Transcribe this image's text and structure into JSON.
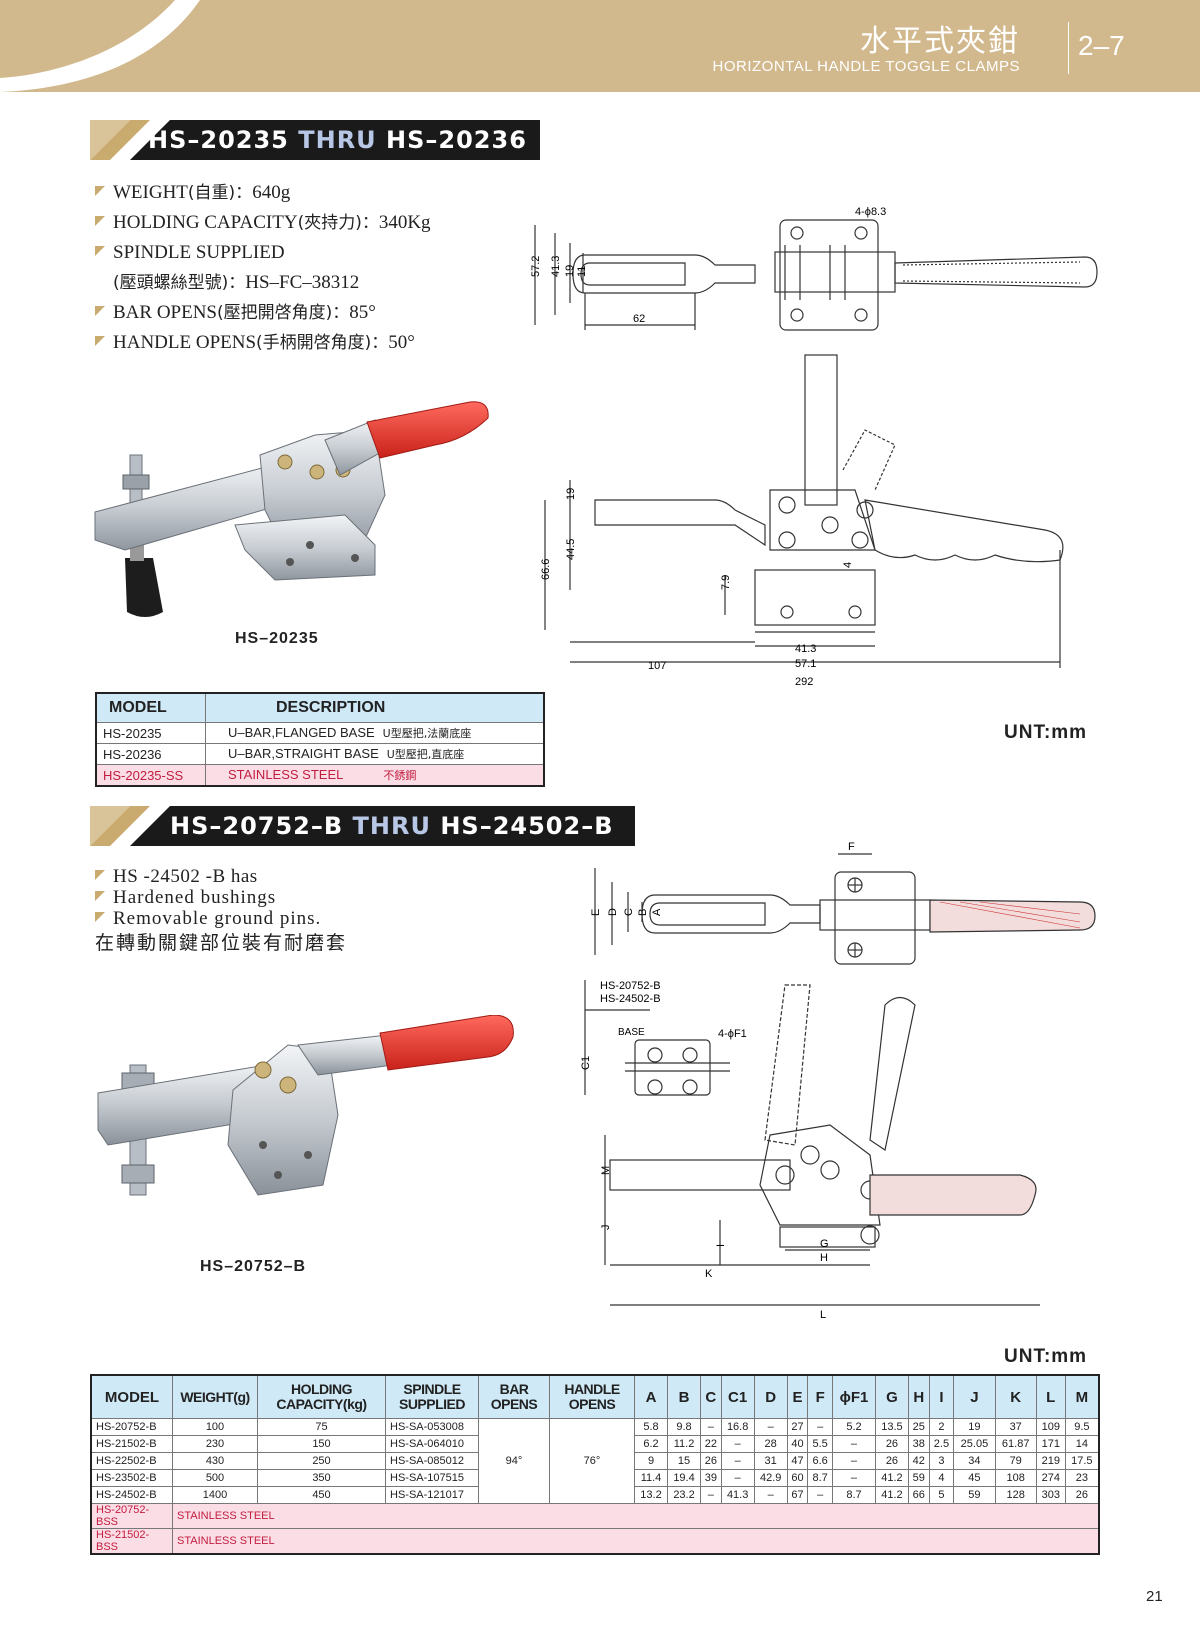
{
  "header": {
    "title_zh": "水平式夾鉗",
    "title_en": "HORIZONTAL HANDLE TOGGLE CLAMPS",
    "section_number": "2–7",
    "background_color": "#d2b98d"
  },
  "section1": {
    "banner_model_a": "HS–20235",
    "banner_thru": "THRU",
    "banner_model_b": "HS–20236",
    "specs": [
      {
        "label": "WEIGHT",
        "zh": "(自重)：",
        "value": "640g"
      },
      {
        "label": "HOLDING CAPACITY",
        "zh": "(夾持力)：",
        "value": "340Kg"
      },
      {
        "label": "SPINDLE SUPPLIED",
        "zh": "",
        "value": ""
      },
      {
        "label": "",
        "zh": "(壓頭螺絲型號)：",
        "value": "HS–FC–38312"
      },
      {
        "label": "BAR OPENS",
        "zh": "(壓把開啓角度)：",
        "value": "85°"
      },
      {
        "label": "HANDLE OPENS",
        "zh": "(手柄開啓角度)：",
        "value": "50°"
      }
    ],
    "photo_label": "HS–20235",
    "unit_label": "UNT:mm",
    "drawing_top_dims": [
      "4-ϕ8.3",
      "57.2",
      "41.3",
      "19",
      "11",
      "62"
    ],
    "drawing_side_dims": [
      "19",
      "66.6",
      "44.5",
      "7.9",
      "4",
      "41.3",
      "57.1",
      "107",
      "292"
    ],
    "table": {
      "headers": [
        "MODEL",
        "DESCRIPTION"
      ],
      "rows": [
        {
          "model": "HS-20235",
          "desc": "U–BAR,FLANGED BASE",
          "desc_zh": "U型壓把,法蘭底座"
        },
        {
          "model": "HS-20236",
          "desc": "U–BAR,STRAIGHT BASE",
          "desc_zh": "U型壓把,直底座"
        },
        {
          "model": "HS-20235-SS",
          "desc": "STAINLESS STEEL",
          "desc_zh": "不銹鋼"
        }
      ]
    }
  },
  "section2": {
    "banner_model_a": "HS–20752–B",
    "banner_thru": "THRU",
    "banner_model_b": "HS–24502–B",
    "notes": [
      "HS -24502 -B has",
      "Hardened bushings",
      "Removable ground pins."
    ],
    "note_zh": "在轉動關鍵部位裝有耐磨套",
    "photo_label": "HS–20752–B",
    "unit_label": "UNT:mm",
    "drawing_models": [
      "HS-20752-B",
      "HS-24502-B"
    ],
    "drawing_base_label": "BASE",
    "drawing_dims": [
      "F",
      "E",
      "D",
      "C",
      "B",
      "A",
      "4-ϕF1",
      "C1",
      "M",
      "J",
      "I",
      "G",
      "H",
      "K",
      "L"
    ],
    "table": {
      "headers": [
        "MODEL",
        "WEIGHT(g)",
        "HOLDING CAPACITY(kg)",
        "SPINDLE SUPPLIED",
        "BAR OPENS",
        "HANDLE OPENS",
        "A",
        "B",
        "C",
        "C1",
        "D",
        "E",
        "F",
        "ϕF1",
        "G",
        "H",
        "I",
        "J",
        "K",
        "L",
        "M"
      ],
      "bar_opens": "94°",
      "handle_opens": "76°",
      "rows": [
        {
          "model": "HS-20752-B",
          "weight": "100",
          "capacity": "75",
          "spindle": "HS-SA-053008",
          "A": "5.8",
          "B": "9.8",
          "C": "–",
          "C1": "16.8",
          "D": "–",
          "E": "27",
          "F": "–",
          "F1": "5.2",
          "G": "13.5",
          "H": "25",
          "I": "2",
          "J": "19",
          "K": "37",
          "L": "109",
          "M": "9.5"
        },
        {
          "model": "HS-21502-B",
          "weight": "230",
          "capacity": "150",
          "spindle": "HS-SA-064010",
          "A": "6.2",
          "B": "11.2",
          "C": "22",
          "C1": "–",
          "D": "28",
          "E": "40",
          "F": "5.5",
          "F1": "–",
          "G": "26",
          "H": "38",
          "I": "2.5",
          "J": "25.05",
          "K": "61.87",
          "L": "171",
          "M": "14"
        },
        {
          "model": "HS-22502-B",
          "weight": "430",
          "capacity": "250",
          "spindle": "HS-SA-085012",
          "A": "9",
          "B": "15",
          "C": "26",
          "C1": "–",
          "D": "31",
          "E": "47",
          "F": "6.6",
          "F1": "–",
          "G": "26",
          "H": "42",
          "I": "3",
          "J": "34",
          "K": "79",
          "L": "219",
          "M": "17.5"
        },
        {
          "model": "HS-23502-B",
          "weight": "500",
          "capacity": "350",
          "spindle": "HS-SA-107515",
          "A": "11.4",
          "B": "19.4",
          "C": "39",
          "C1": "–",
          "D": "42.9",
          "E": "60",
          "F": "8.7",
          "F1": "–",
          "G": "41.2",
          "H": "59",
          "I": "4",
          "J": "45",
          "K": "108",
          "L": "274",
          "M": "23"
        },
        {
          "model": "HS-24502-B",
          "weight": "1400",
          "capacity": "450",
          "spindle": "HS-SA-121017",
          "A": "13.2",
          "B": "23.2",
          "C": "–",
          "C1": "41.3",
          "D": "–",
          "E": "67",
          "F": "–",
          "F1": "8.7",
          "G": "41.2",
          "H": "66",
          "I": "5",
          "J": "59",
          "K": "128",
          "L": "303",
          "M": "26"
        }
      ],
      "ss_rows": [
        {
          "model": "HS-20752-BSS",
          "desc": "STAINLESS STEEL"
        },
        {
          "model": "HS-21502-BSS",
          "desc": "STAINLESS STEEL"
        }
      ]
    }
  },
  "page_number": "21",
  "colors": {
    "accent_gold": "#c9ab6f",
    "table_header": "#cfe9f6",
    "ss_row": "#fbdde6",
    "ss_text": "#c21d3e",
    "handle_red": "#e23a32"
  }
}
